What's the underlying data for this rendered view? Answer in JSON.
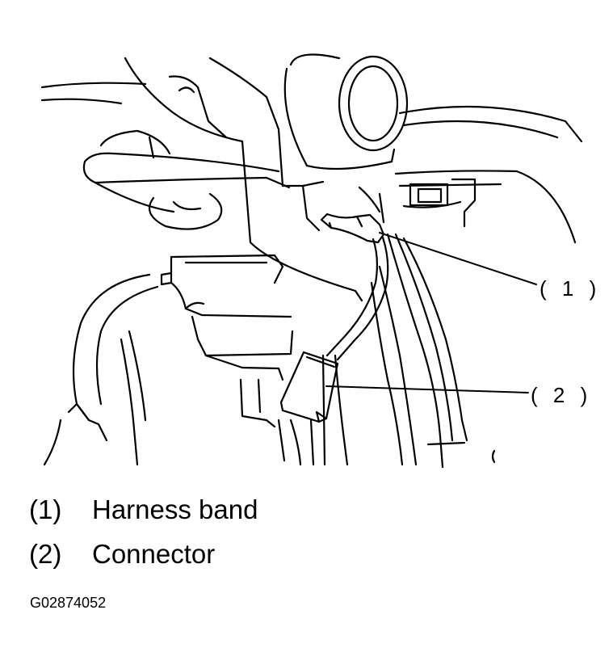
{
  "callouts": [
    {
      "label": "( 1 )"
    },
    {
      "label": "( 2 )"
    }
  ],
  "legend": [
    {
      "number": "(1)",
      "text": "Harness band"
    },
    {
      "number": "(2)",
      "text": "Connector"
    }
  ],
  "figure_id": "G02874052",
  "colors": {
    "line": "#000000",
    "background": "#ffffff"
  }
}
